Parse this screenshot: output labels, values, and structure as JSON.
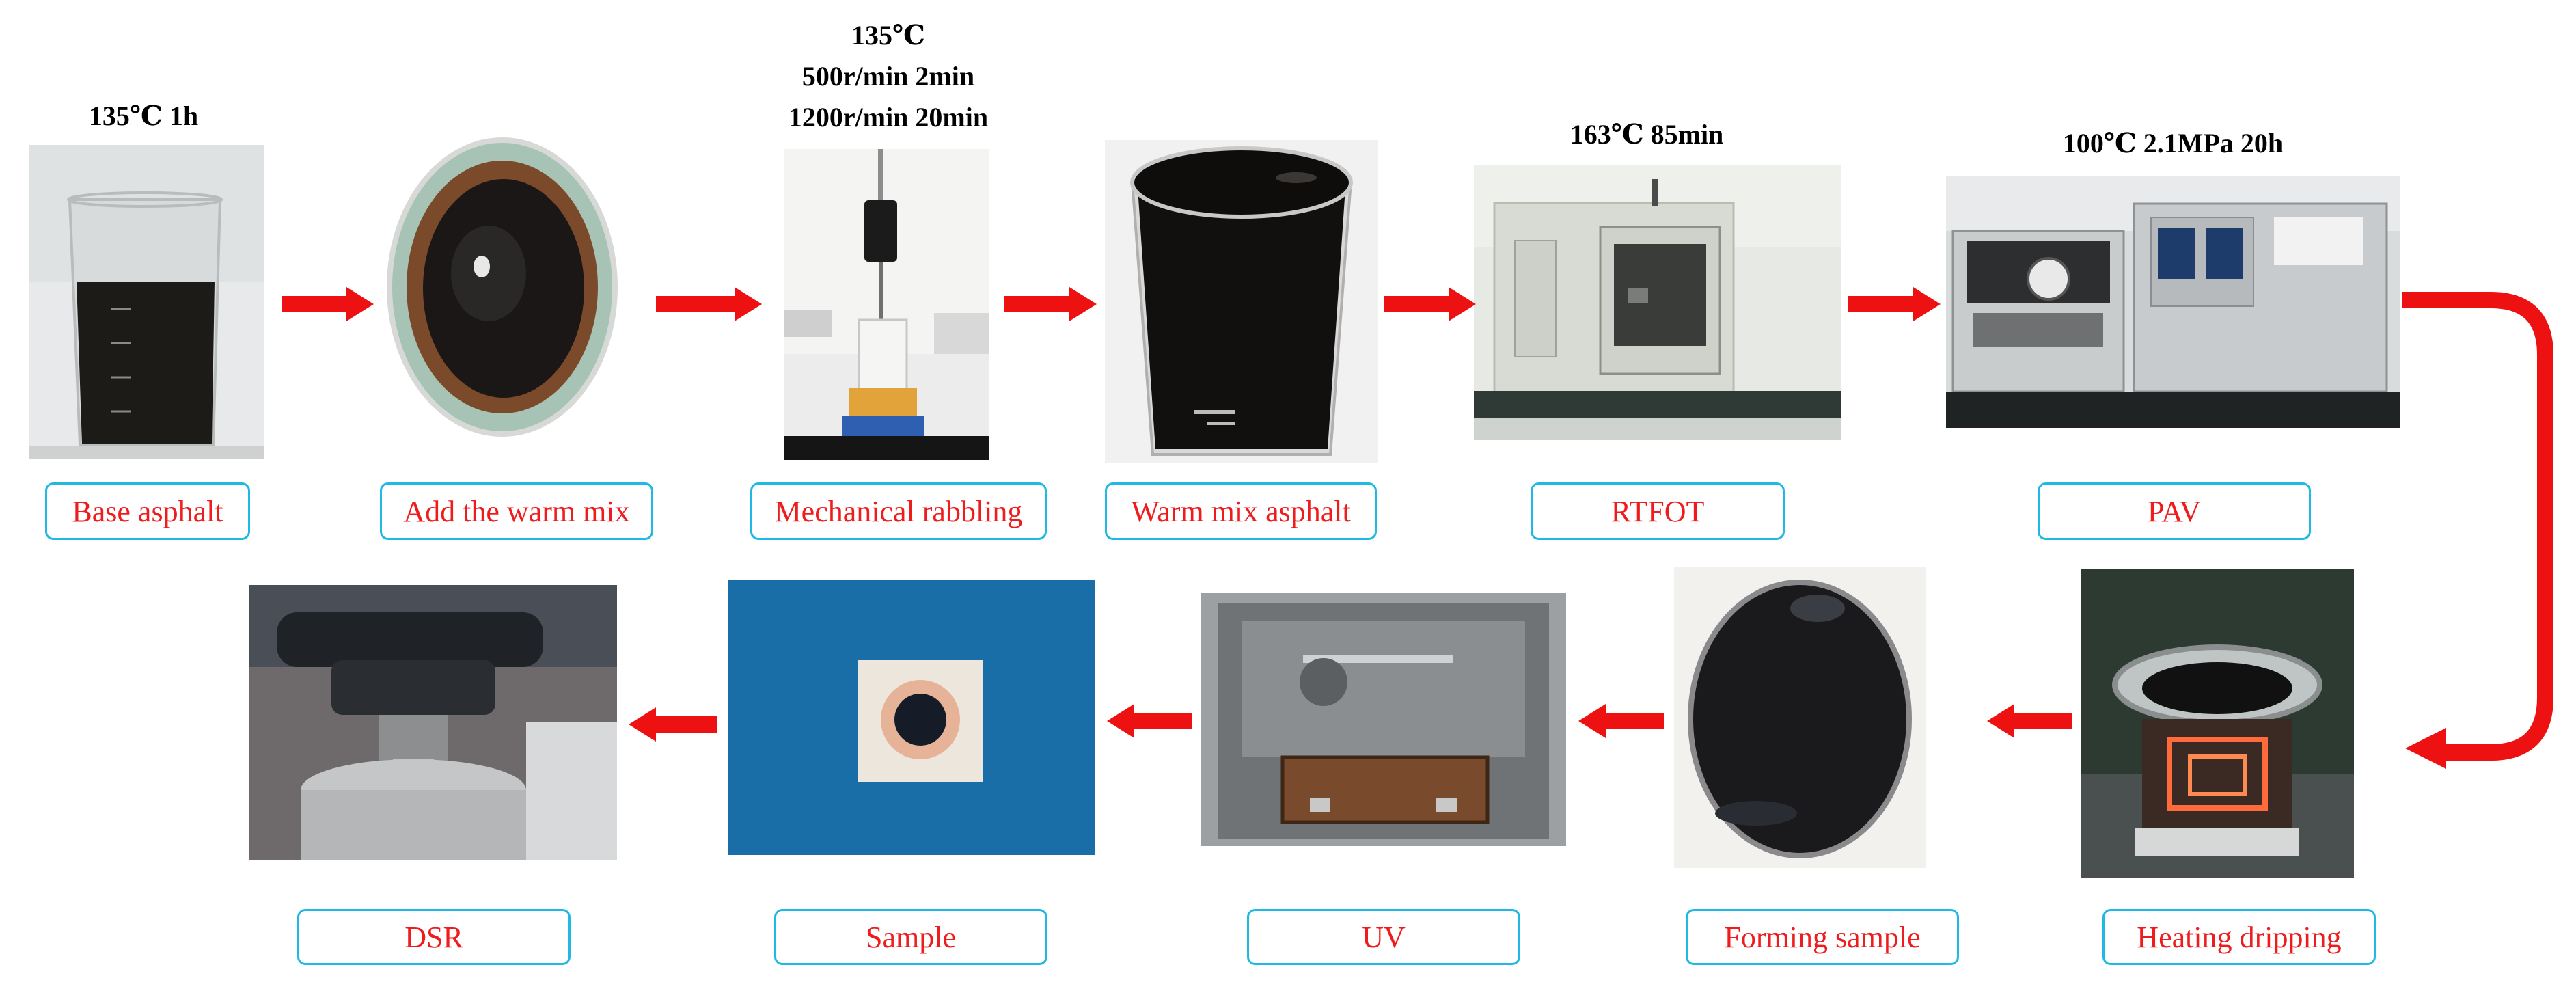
{
  "colors": {
    "arrow": "#ee1111",
    "label_text": "#ee1c1c",
    "label_border": "#1fb9e3",
    "sample_bg": "#1a6ea8"
  },
  "top_row": [
    {
      "label": "Base asphalt",
      "condition": [
        "135℃ 1h"
      ],
      "photo_icon": "beaker-asphalt-photo"
    },
    {
      "label": "Add the warm mix",
      "condition": [],
      "photo_icon": "dish-top-view-photo"
    },
    {
      "label": "Mechanical rabbling",
      "condition": [
        "135℃",
        "500r/min 2min",
        "1200r/min 20min"
      ],
      "photo_icon": "mixer-photo"
    },
    {
      "label": "Warm mix asphalt",
      "condition": [],
      "photo_icon": "beaker-full-photo"
    },
    {
      "label": "RTFOT",
      "condition": [
        "163℃ 85min"
      ],
      "photo_icon": "oven-photo"
    },
    {
      "label": "PAV",
      "condition": [
        "100℃  2.1MPa  20h"
      ],
      "photo_icon": "pav-vessel-photo"
    }
  ],
  "bottom_row": [
    {
      "label": "DSR",
      "photo_icon": "rheometer-photo"
    },
    {
      "label": "Sample",
      "photo_icon": "sample-plate-photo"
    },
    {
      "label": "UV",
      "photo_icon": "uv-chamber-photo"
    },
    {
      "label": "Forming sample",
      "photo_icon": "round-plate-photo"
    },
    {
      "label": "Heating dripping",
      "photo_icon": "heater-photo"
    }
  ]
}
